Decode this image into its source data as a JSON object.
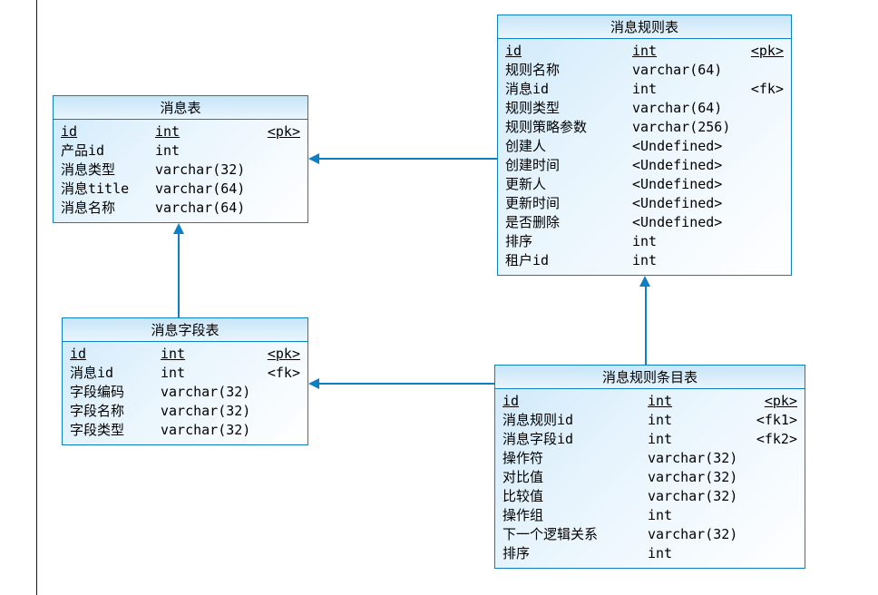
{
  "colors": {
    "accent": "#0e7fc2",
    "entity_fill": "#dff0fb",
    "text": "#000000"
  },
  "tables": [
    {
      "title": "消息表",
      "rows": [
        {
          "name": "id",
          "type": "int",
          "tag": "<pk>",
          "pk": true
        },
        {
          "name": "产品id",
          "type": "int",
          "tag": ""
        },
        {
          "name": "消息类型",
          "type": "varchar(32)",
          "tag": ""
        },
        {
          "name": "消息title",
          "type": "varchar(64)",
          "tag": ""
        },
        {
          "name": "消息名称",
          "type": "varchar(64)",
          "tag": ""
        }
      ]
    },
    {
      "title": "消息规则表",
      "rows": [
        {
          "name": "id",
          "type": "int",
          "tag": "<pk>",
          "pk": true
        },
        {
          "name": "规则名称",
          "type": "varchar(64)",
          "tag": ""
        },
        {
          "name": "消息id",
          "type": "int",
          "tag": "<fk>"
        },
        {
          "name": "规则类型",
          "type": "varchar(64)",
          "tag": ""
        },
        {
          "name": "规则策略参数",
          "type": "varchar(256)",
          "tag": ""
        },
        {
          "name": "创建人",
          "type": "<Undefined>",
          "tag": ""
        },
        {
          "name": "创建时间",
          "type": "<Undefined>",
          "tag": ""
        },
        {
          "name": "更新人",
          "type": "<Undefined>",
          "tag": ""
        },
        {
          "name": "更新时间",
          "type": "<Undefined>",
          "tag": ""
        },
        {
          "name": "是否删除",
          "type": "<Undefined>",
          "tag": ""
        },
        {
          "name": "排序",
          "type": "int",
          "tag": ""
        },
        {
          "name": "租户id",
          "type": "int",
          "tag": ""
        }
      ]
    },
    {
      "title": "消息字段表",
      "rows": [
        {
          "name": "id",
          "type": "int",
          "tag": "<pk>",
          "pk": true
        },
        {
          "name": "消息id",
          "type": "int",
          "tag": "<fk>"
        },
        {
          "name": "字段编码",
          "type": "varchar(32)",
          "tag": ""
        },
        {
          "name": "字段名称",
          "type": "varchar(32)",
          "tag": ""
        },
        {
          "name": "字段类型",
          "type": "varchar(32)",
          "tag": ""
        }
      ]
    },
    {
      "title": "消息规则条目表",
      "rows": [
        {
          "name": "id",
          "type": "int",
          "tag": "<pk>",
          "pk": true
        },
        {
          "name": "消息规则id",
          "type": "int",
          "tag": "<fk1>"
        },
        {
          "name": "消息字段id",
          "type": "int",
          "tag": "<fk2>"
        },
        {
          "name": "操作符",
          "type": "varchar(32)",
          "tag": ""
        },
        {
          "name": "对比值",
          "type": "varchar(32)",
          "tag": ""
        },
        {
          "name": "比较值",
          "type": "varchar(32)",
          "tag": ""
        },
        {
          "name": "操作组",
          "type": "int",
          "tag": ""
        },
        {
          "name": "下一个逻辑关系",
          "type": "varchar(32)",
          "tag": ""
        },
        {
          "name": "排序",
          "type": "int",
          "tag": ""
        }
      ]
    }
  ],
  "relations": [
    {
      "from": "消息规则表",
      "to": "消息表"
    },
    {
      "from": "消息字段表",
      "to": "消息表"
    },
    {
      "from": "消息规则条目表",
      "to": "消息字段表"
    },
    {
      "from": "消息规则条目表",
      "to": "消息规则表"
    }
  ]
}
